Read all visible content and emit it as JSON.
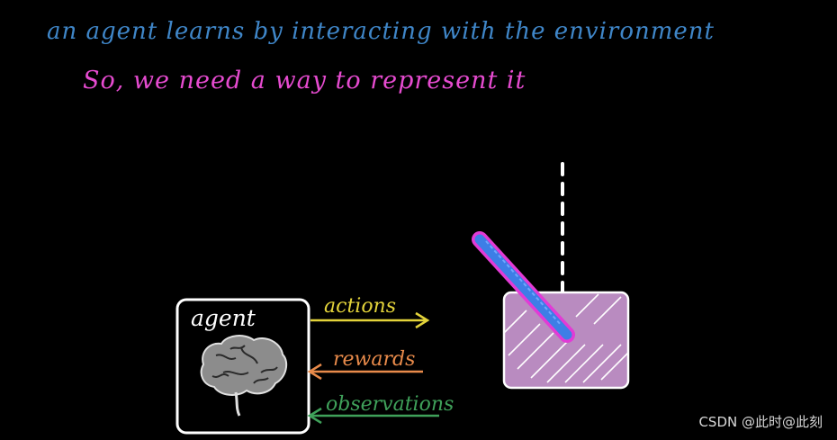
{
  "notes": {
    "line1": "an agent learns by interacting with the environment",
    "line2": "So, we need a way to represent it"
  },
  "agent": {
    "label": "agent"
  },
  "arrows": {
    "actions": "actions",
    "rewards": "rewards",
    "observations": "observations"
  },
  "watermark": "CSDN @此时@此刻",
  "colors": {
    "line1": "#3f86c8",
    "line2": "#e64bd0",
    "actions": "#e3d33a",
    "rewards": "#e88a4a",
    "observations": "#3fa15a",
    "cart_fill": "#b98bc0",
    "pole_fill": "#3d7ee6",
    "pole_edge": "#e23bd6"
  }
}
